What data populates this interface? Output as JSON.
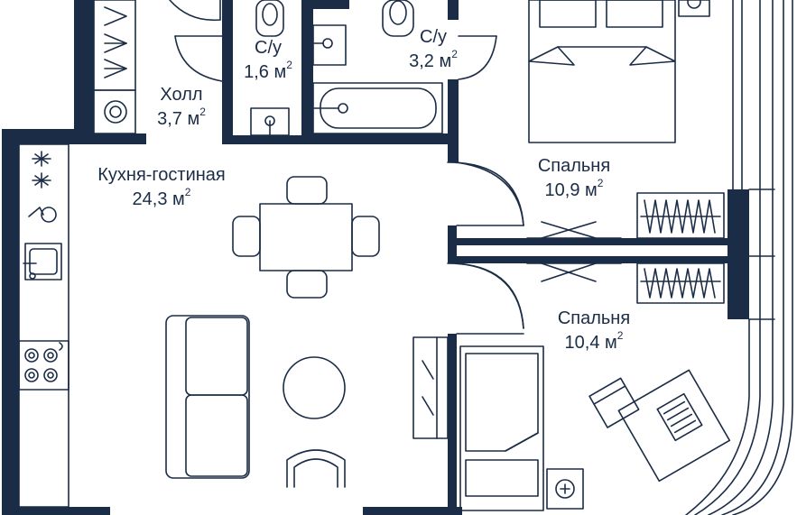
{
  "colors": {
    "wall": "#1b2c47",
    "line": "#1b2c47",
    "background": "#ffffff"
  },
  "area_unit": "м",
  "area_exponent": "2",
  "rooms": [
    {
      "id": "bath-small",
      "name": "С/у",
      "area": "1,6"
    },
    {
      "id": "bath-large",
      "name": "С/у",
      "area": "3,2"
    },
    {
      "id": "hall",
      "name": "Холл",
      "area": "3,7"
    },
    {
      "id": "kitchen-living",
      "name": "Кухня-гостиная",
      "area": "24,3"
    },
    {
      "id": "bedroom-1",
      "name": "Спальня",
      "area": "10,9"
    },
    {
      "id": "bedroom-2",
      "name": "Спальня",
      "area": "10,4"
    }
  ]
}
